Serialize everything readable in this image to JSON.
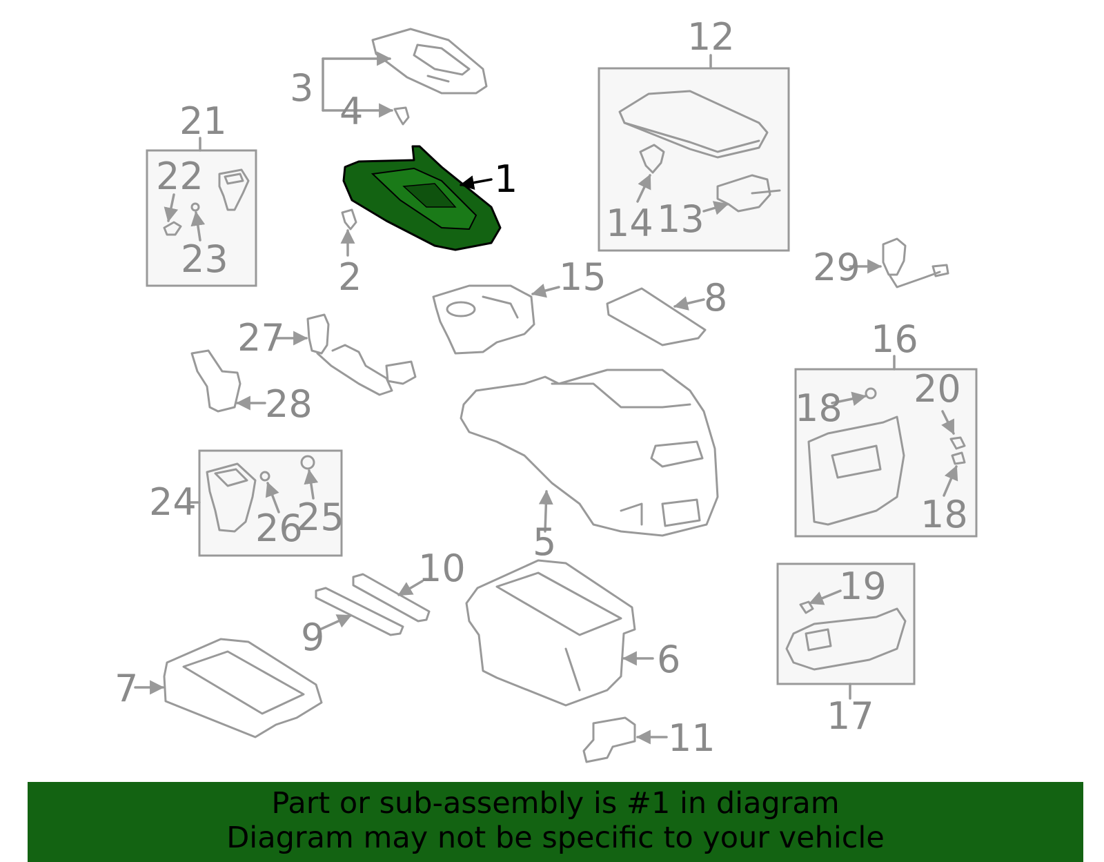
{
  "highlight_color": "#136312",
  "banner": {
    "line1": "Part or sub-assembly is #1 in diagram",
    "line2": "Diagram may not be specific to your vehicle"
  },
  "callouts": {
    "c1": "1",
    "c2": "2",
    "c3": "3",
    "c4": "4",
    "c5": "5",
    "c6": "6",
    "c7": "7",
    "c8": "8",
    "c9": "9",
    "c10": "10",
    "c11": "11",
    "c12": "12",
    "c13": "13",
    "c14": "14",
    "c15": "15",
    "c16": "16",
    "c17": "17",
    "c18a": "18",
    "c18b": "18",
    "c19": "19",
    "c20": "20",
    "c21": "21",
    "c22": "22",
    "c23": "23",
    "c24": "24",
    "c25": "25",
    "c26": "26",
    "c27": "27",
    "c28": "28",
    "c29": "29"
  }
}
